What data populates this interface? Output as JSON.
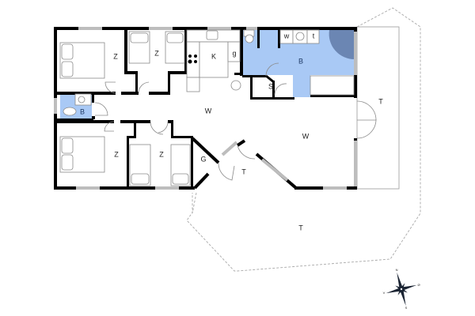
{
  "floor_plan": {
    "colors": {
      "wall": "#000000",
      "window": "#bdbdbd",
      "wet_room": "#a9c9f5",
      "shower": "#6b86b3",
      "terrace_outline": "#a8a8a8"
    },
    "rooms": [
      {
        "id": "bedroom-1",
        "label": "Z"
      },
      {
        "id": "bedroom-2",
        "label": "Z"
      },
      {
        "id": "kitchen",
        "label": "K"
      },
      {
        "id": "kitchen-fridge",
        "label": "g"
      },
      {
        "id": "bathroom-large",
        "label": "B"
      },
      {
        "id": "washer",
        "label": "w"
      },
      {
        "id": "dryer",
        "label": "t"
      },
      {
        "id": "storage",
        "label": "S"
      },
      {
        "id": "bathroom-small",
        "label": "B"
      },
      {
        "id": "living-1",
        "label": "W"
      },
      {
        "id": "living-2",
        "label": "W"
      },
      {
        "id": "bedroom-3",
        "label": "Z"
      },
      {
        "id": "bedroom-4",
        "label": "Z"
      },
      {
        "id": "hallway",
        "label": "G"
      },
      {
        "id": "entry-terrace",
        "label": "T"
      },
      {
        "id": "side-terrace",
        "label": "T"
      },
      {
        "id": "front-terrace",
        "label": "T"
      }
    ],
    "compass": {
      "north": "N",
      "east": "Ø",
      "south": "S",
      "west": "V"
    }
  }
}
